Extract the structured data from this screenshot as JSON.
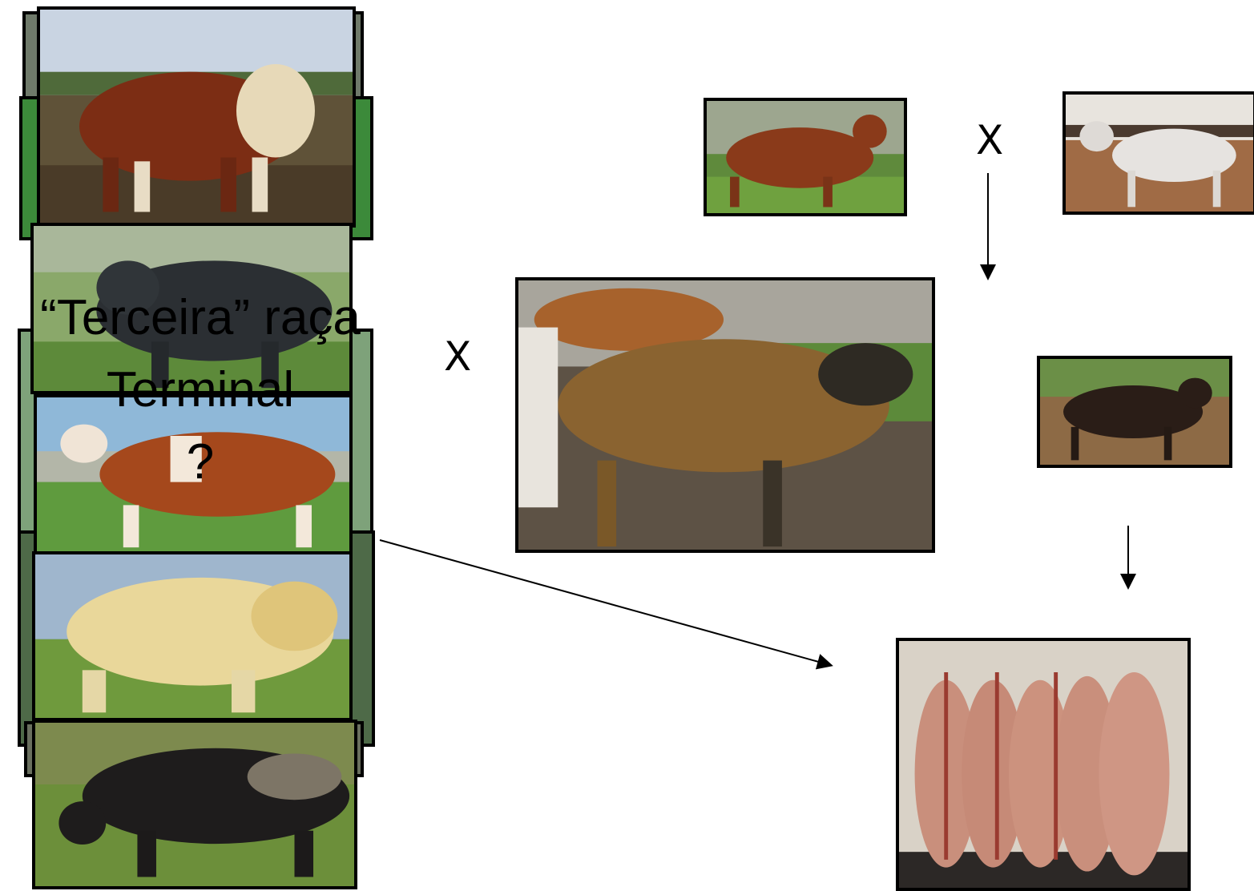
{
  "left_stack": {
    "photos": [
      "hereford-bull",
      "angus-bull",
      "simmental-bull",
      "charolais-bull",
      "black-bull-grazing"
    ],
    "caption_line1": "“Terceira” raça",
    "caption_line2": "Terminal",
    "caption_line3": "?"
  },
  "crosses": {
    "top_symbol": "X",
    "middle_symbol": "X"
  },
  "right_flow": {
    "photos": [
      "red-bull",
      "nelore-cows",
      "crossbred-cows",
      "crossbred-calf",
      "beef-carcasses"
    ]
  },
  "colors": {
    "border": "#000000",
    "text": "#000000"
  }
}
